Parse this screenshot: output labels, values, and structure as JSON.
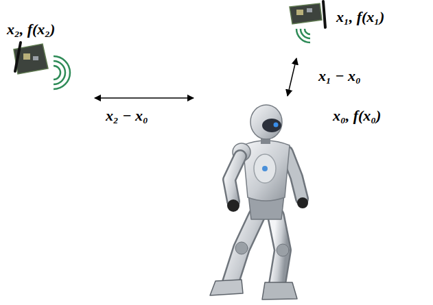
{
  "diagram": {
    "nodes": [
      {
        "text": [
          "x₁, f(x₁)"
        ]
      },
      {
        "text": [
          "x₂, f(x₂)"
        ]
      },
      {
        "text": [
          "x₀, f(x₀)"
        ]
      }
    ],
    "edges": [
      {
        "from": 0,
        "to": 2,
        "arrow": "both",
        "label": "x₁ − x₀"
      },
      {
        "from": 1,
        "to": 2,
        "arrow": "both",
        "label": "x₂ − x₀"
      }
    ]
  }
}
